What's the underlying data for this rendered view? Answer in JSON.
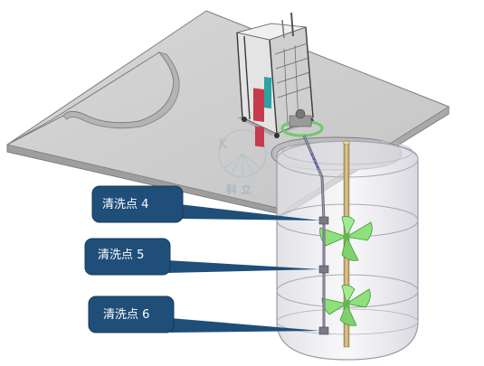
{
  "watermark": {
    "logo_letters": "K",
    "text": "科 立"
  },
  "callouts": [
    {
      "id": "point-4",
      "label": "清洗点 4"
    },
    {
      "id": "point-5",
      "label": "清洗点 5"
    },
    {
      "id": "point-6",
      "label": "清洗点 6"
    }
  ],
  "colors": {
    "plate_top": "#cfcfcf",
    "plate_edge": "#8c8c8c",
    "tank_glass": "#e9e9ee",
    "tank_outline": "#9a9aa6",
    "shaft": "#c9b07a",
    "impeller": "#8ee07a",
    "callout_box": "#1f4e79",
    "callout_text": "#ffffff",
    "machine_frame": "#d9d9d9",
    "machine_red": "#c63a4e",
    "machine_teal": "#2aa3a3"
  }
}
